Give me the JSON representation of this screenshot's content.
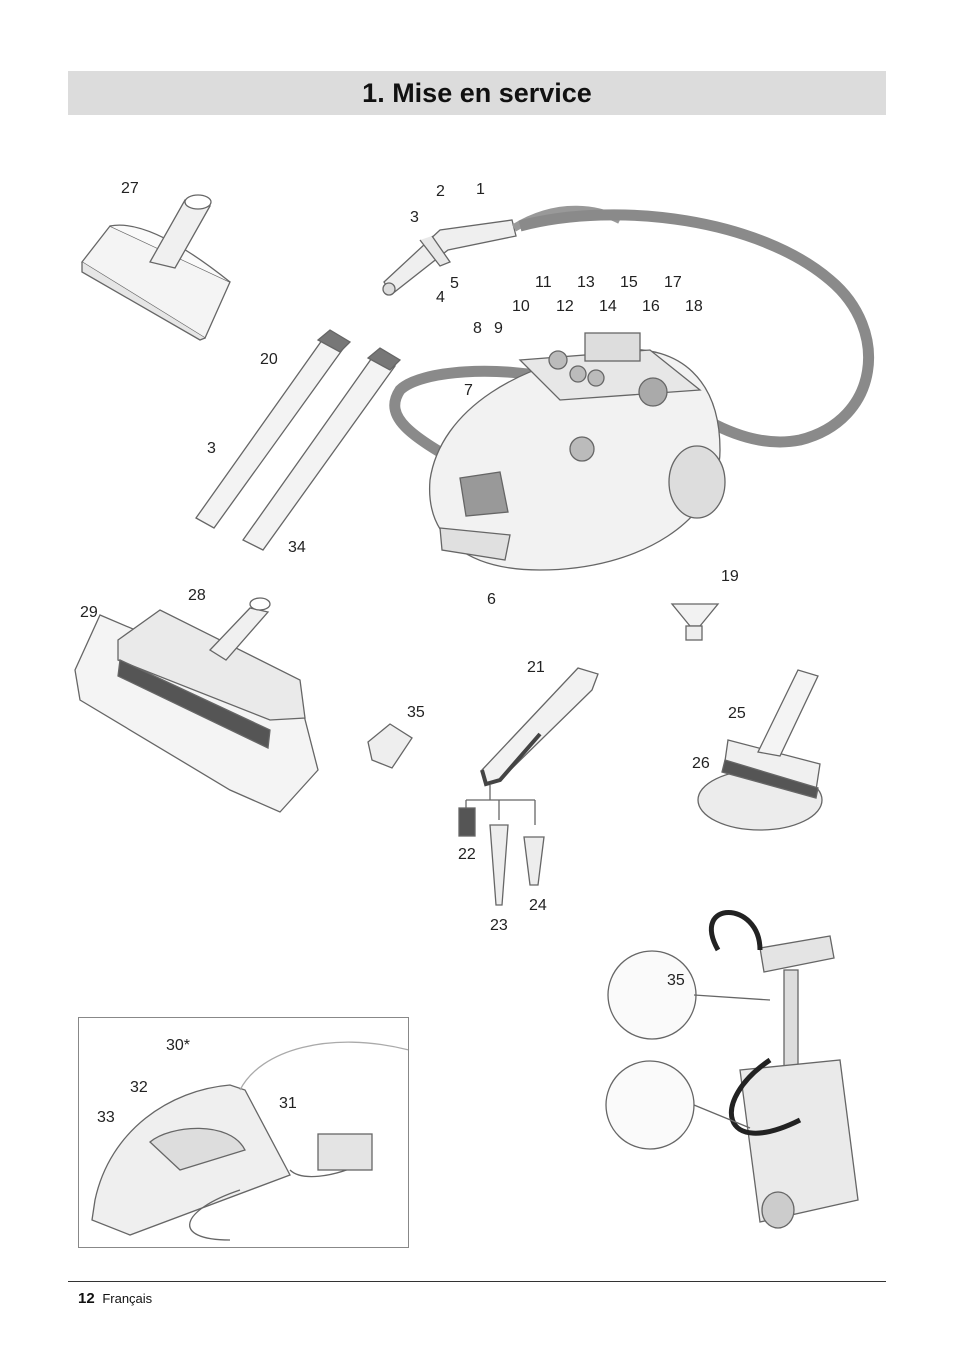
{
  "header": {
    "title": "1. Mise en service"
  },
  "callouts": [
    {
      "id": "c27",
      "text": "27"
    },
    {
      "id": "c2",
      "text": "2"
    },
    {
      "id": "c1",
      "text": "1"
    },
    {
      "id": "c3a",
      "text": "3"
    },
    {
      "id": "c4",
      "text": "4"
    },
    {
      "id": "c5",
      "text": "5"
    },
    {
      "id": "c11",
      "text": "11"
    },
    {
      "id": "c13",
      "text": "13"
    },
    {
      "id": "c15",
      "text": "15"
    },
    {
      "id": "c17",
      "text": "17"
    },
    {
      "id": "c10",
      "text": "10"
    },
    {
      "id": "c12",
      "text": "12"
    },
    {
      "id": "c14",
      "text": "14"
    },
    {
      "id": "c16",
      "text": "16"
    },
    {
      "id": "c18",
      "text": "18"
    },
    {
      "id": "c8",
      "text": "8"
    },
    {
      "id": "c9",
      "text": "9"
    },
    {
      "id": "c20",
      "text": "20"
    },
    {
      "id": "c7",
      "text": "7"
    },
    {
      "id": "c3b",
      "text": "3"
    },
    {
      "id": "c34",
      "text": "34"
    },
    {
      "id": "c6",
      "text": "6"
    },
    {
      "id": "c19",
      "text": "19"
    },
    {
      "id": "c28",
      "text": "28"
    },
    {
      "id": "c29",
      "text": "29"
    },
    {
      "id": "c21",
      "text": "21"
    },
    {
      "id": "c35a",
      "text": "35"
    },
    {
      "id": "c25",
      "text": "25"
    },
    {
      "id": "c26",
      "text": "26"
    },
    {
      "id": "c22",
      "text": "22"
    },
    {
      "id": "c24",
      "text": "24"
    },
    {
      "id": "c23",
      "text": "23"
    },
    {
      "id": "c35b",
      "text": "35"
    },
    {
      "id": "c30",
      "text": "30*"
    },
    {
      "id": "c32",
      "text": "32"
    },
    {
      "id": "c31",
      "text": "31"
    },
    {
      "id": "c33",
      "text": "33"
    }
  ],
  "footer": {
    "page_number": "12",
    "language": "Français"
  }
}
